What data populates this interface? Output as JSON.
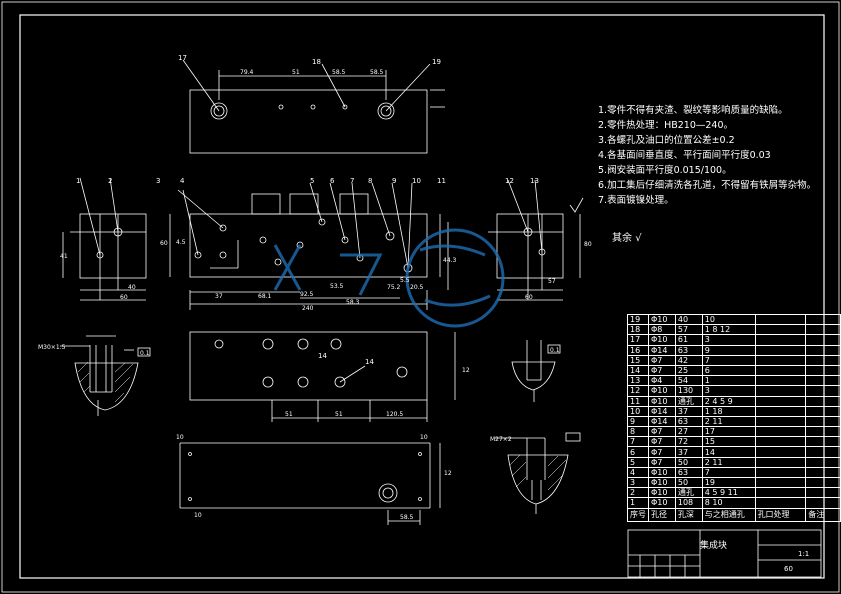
{
  "colors": {
    "background": "#000000",
    "line": "#ffffff",
    "watermark": "#1e6fb4"
  },
  "balloons": [
    "17",
    "18",
    "19",
    "1",
    "2",
    "3",
    "4",
    "5",
    "6",
    "7",
    "8",
    "9",
    "10",
    "11",
    "12",
    "13",
    "14"
  ],
  "dims": {
    "top_view": [
      "79.4",
      "51",
      "58.5",
      "58.5"
    ],
    "front_view": [
      "240",
      "37",
      "68.1",
      "92.5",
      "58.3",
      "53.5",
      "75.2",
      "20.5",
      "5.5",
      "44.3",
      "60",
      "4.5"
    ],
    "left_view": [
      "40",
      "60",
      "41"
    ],
    "right_view": [
      "60",
      "57",
      "80"
    ],
    "bottom_view": [
      "51",
      "51",
      "120.5",
      "12"
    ],
    "base_view": [
      "10",
      "10",
      "12",
      "10",
      "58.5"
    ],
    "detail_labels": [
      "M30×1.5",
      "M27×2",
      "0.1",
      "0.1"
    ]
  },
  "notes": [
    "1.零件不得有夹渣、裂纹等影响质量的缺陷。",
    "2.零件热处理：HB210—240。",
    "3.各螺孔及油口的位置公差±0.2",
    "4.各基面间垂直度、平行面间平行度0.03",
    "5.阀安装面平行度0.015/100。",
    "6.加工集后仔细清洗各孔道，不得留有铁屑等杂物。",
    "7.表面镀镍处理。"
  ],
  "roughness_label": "其余",
  "table": {
    "header": [
      "序号",
      "孔径",
      "孔深",
      "与之相通孔",
      "孔口处理",
      "备注"
    ],
    "rows": [
      [
        "19",
        "Φ10",
        "40",
        "10",
        "",
        ""
      ],
      [
        "18",
        "Φ8",
        "57",
        "1 8 12",
        "",
        ""
      ],
      [
        "17",
        "Φ10",
        "61",
        "3",
        "",
        ""
      ],
      [
        "16",
        "Φ14",
        "63",
        "9",
        "",
        ""
      ],
      [
        "15",
        "Φ7",
        "42",
        "7",
        "",
        ""
      ],
      [
        "14",
        "Φ7",
        "25",
        "6",
        "",
        ""
      ],
      [
        "13",
        "Φ4",
        "54",
        "1",
        "",
        ""
      ],
      [
        "12",
        "Φ10",
        "130",
        "3",
        "",
        ""
      ],
      [
        "11",
        "Φ10",
        "通孔",
        "2 4 5 9",
        "",
        ""
      ],
      [
        "10",
        "Φ14",
        "37",
        "1 18",
        "",
        ""
      ],
      [
        "9",
        "Φ14",
        "63",
        "2 11",
        "",
        ""
      ],
      [
        "8",
        "Φ7",
        "27",
        "17",
        "",
        ""
      ],
      [
        "7",
        "Φ7",
        "72",
        "15",
        "",
        ""
      ],
      [
        "6",
        "Φ7",
        "37",
        "14",
        "",
        ""
      ],
      [
        "5",
        "Φ7",
        "50",
        "2 11",
        "",
        ""
      ],
      [
        "4",
        "Φ10",
        "63",
        "7",
        "",
        ""
      ],
      [
        "3",
        "Φ10",
        "50",
        "19",
        "",
        ""
      ],
      [
        "2",
        "Φ10",
        "通孔",
        "4 5 9 11",
        "",
        ""
      ],
      [
        "1",
        "Φ10",
        "108",
        "8 10",
        "",
        ""
      ]
    ]
  },
  "title_block": {
    "title": "集成块",
    "scale": "1:1",
    "number": "60"
  }
}
